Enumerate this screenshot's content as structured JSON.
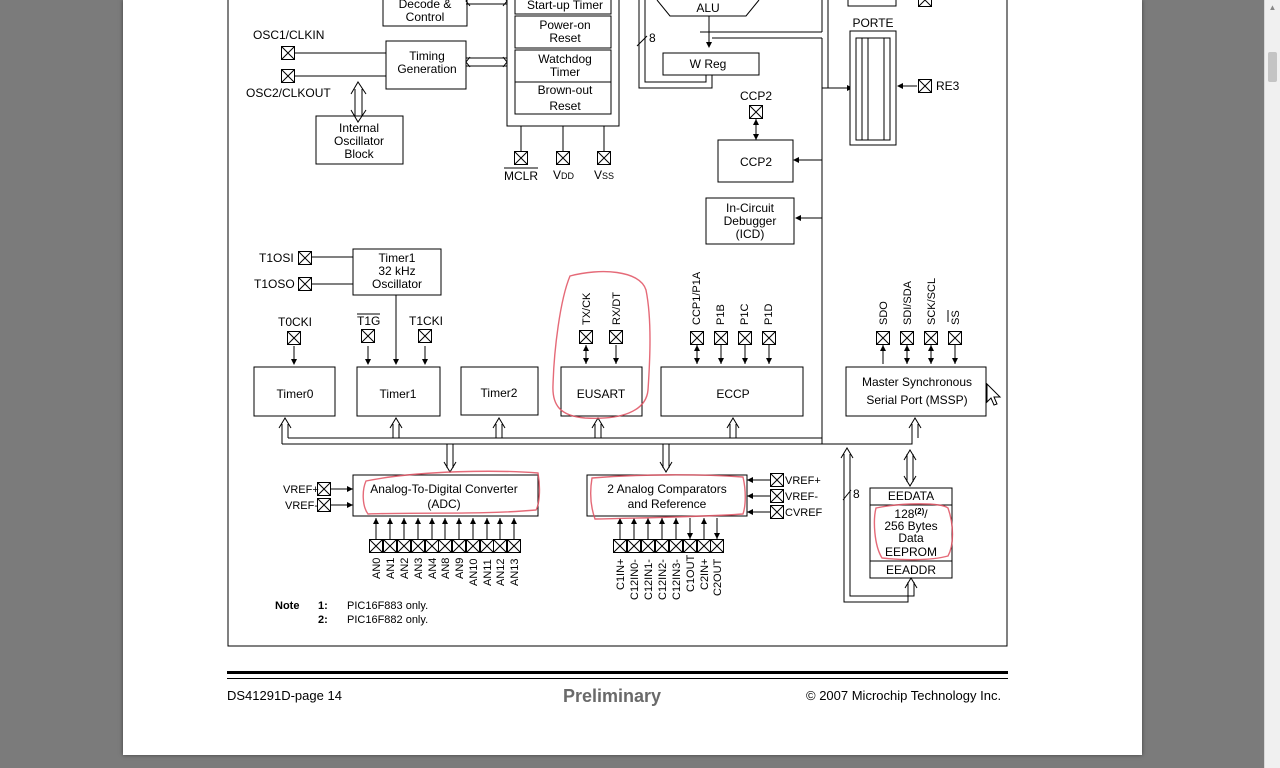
{
  "blocks": {
    "decode_control": [
      "Decode &",
      "Control"
    ],
    "startup_timer": "Start-up Timer",
    "power_on_reset": [
      "Power-on",
      "Reset"
    ],
    "watchdog_timer": [
      "Watchdog",
      "Timer"
    ],
    "brown_out_reset": [
      "Brown-out",
      "Reset"
    ],
    "alu": "ALU",
    "w_reg": "W Reg",
    "timing_generation": [
      "Timing",
      "Generation"
    ],
    "internal_oscillator": [
      "Internal",
      "Oscillator",
      "Block"
    ],
    "ccp2": "CCP2",
    "icd": [
      "In-Circuit",
      "Debugger",
      "(ICD)"
    ],
    "timer1_osc": [
      "Timer1",
      "32 kHz",
      "Oscillator"
    ],
    "timer0": "Timer0",
    "timer1": "Timer1",
    "timer2": "Timer2",
    "eusart": "EUSART",
    "eccp": "ECCP",
    "mssp": [
      "Master Synchronous",
      "Serial Port (MSSP)"
    ],
    "adc": [
      "Analog-To-Digital Converter",
      "(ADC)"
    ],
    "comparators": [
      "2 Analog Comparators",
      "and Reference"
    ],
    "eedata": "EEDATA",
    "eeprom_size": "128",
    "eeprom_sup": "(2)",
    "eeprom_slash": "/",
    "eeprom_rest": [
      "256 Bytes",
      "Data",
      "EEPROM"
    ],
    "eeaddr": "EEADDR",
    "porte": "PORTE"
  },
  "pins": {
    "osc1": "OSC1/CLKIN",
    "osc2": "OSC2/CLKOUT",
    "mclr": "MCLR",
    "vdd_main": "V",
    "vdd_sub": "DD",
    "vss_main": "V",
    "vss_sub": "SS",
    "ccp2": "CCP2",
    "re3": "RE3",
    "t1osi": "T1OSI",
    "t1oso": "T1OSO",
    "t0cki": "T0CKI",
    "t1g": "T1G",
    "t1cki": "T1CKI",
    "txck": "TX/CK",
    "rxdt": "RX/DT",
    "ccp1": "CCP1/P1A",
    "p1b": "P1B",
    "p1c": "P1C",
    "p1d": "P1D",
    "sdo": "SDO",
    "sdi": "SDI/SDA",
    "sck": "SCK/SCL",
    "ss": "SS",
    "adc_vref_plus": "VREF+",
    "adc_vref_minus": "VREF-",
    "cmp_vref_plus": "VREF+",
    "cmp_vref_minus": "VREF-",
    "cvref": "CVREF",
    "an_pins": [
      "AN0",
      "AN1",
      "AN2",
      "AN3",
      "AN4",
      "AN8",
      "AN9",
      "AN10",
      "AN11",
      "AN12",
      "AN13"
    ],
    "cmp_pins": [
      "C1IN+",
      "C12IN0-",
      "C12IN1-",
      "C12IN2-",
      "C12IN3-",
      "C1OUT",
      "C2IN+",
      "C2OUT"
    ],
    "bus8_a": "8",
    "bus8_b": "8"
  },
  "note": {
    "label": "Note",
    "items": [
      {
        "num": "1:",
        "text": "PIC16F883 only."
      },
      {
        "num": "2:",
        "text": "PIC16F882 only."
      }
    ]
  },
  "footer": {
    "left": "DS41291D-page 14",
    "center": "Preliminary",
    "right": "© 2007 Microchip Technology Inc."
  },
  "colors": {
    "annotation": "#e05060",
    "page": "#ffffff",
    "background": "#7b7b7b"
  }
}
